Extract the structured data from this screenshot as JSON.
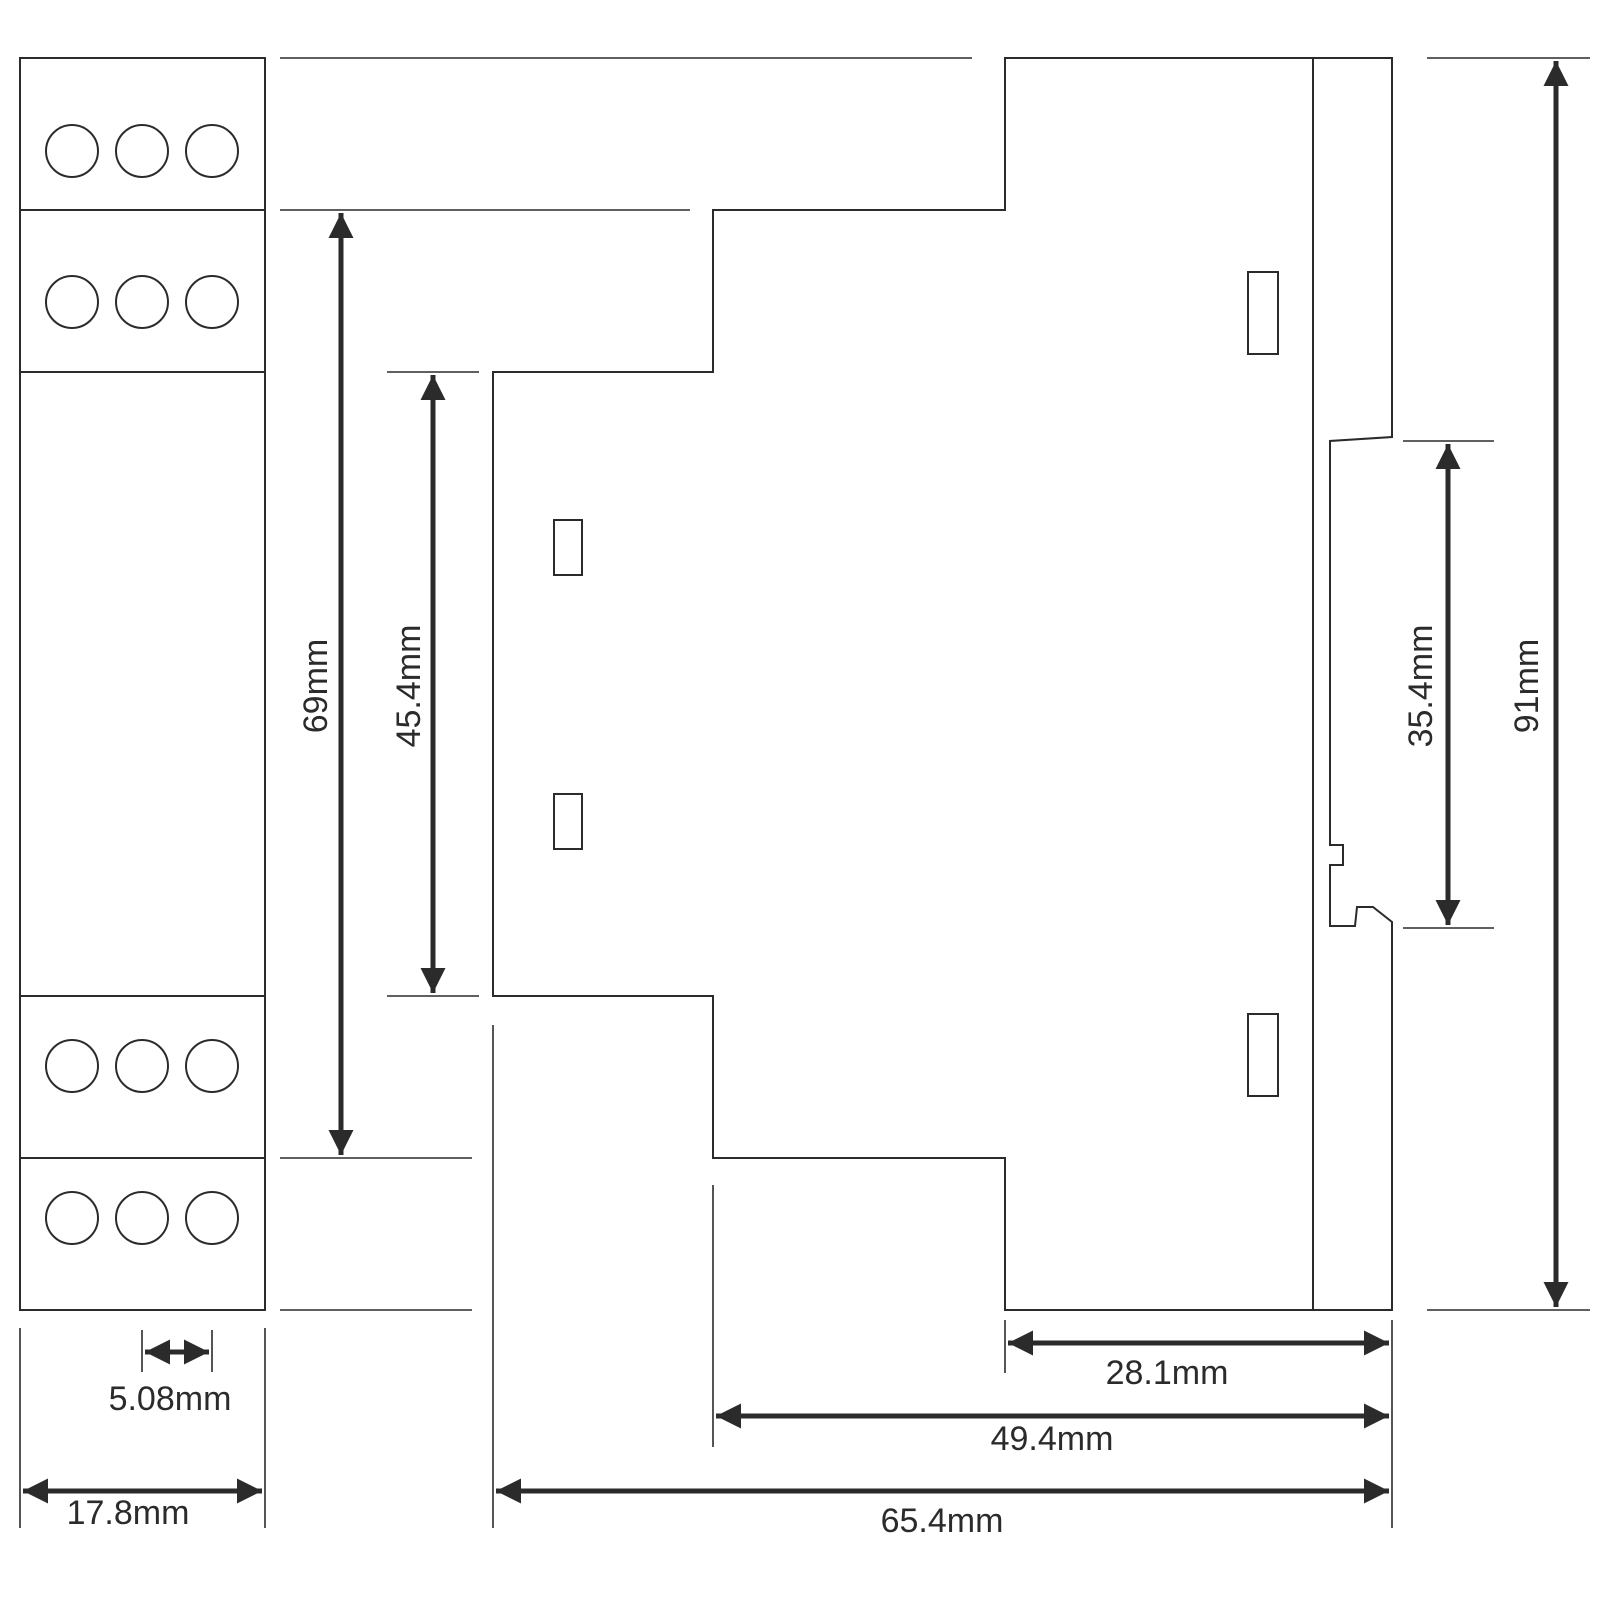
{
  "dimensions": {
    "total_height": "91mm",
    "terminal_span": "69mm",
    "front_height": "45.4mm",
    "rail_height": "35.4mm",
    "module_width": "17.8mm",
    "terminal_pitch": "5.08mm",
    "depth_front": "28.1mm",
    "depth_middle": "49.4mm",
    "depth_total": "65.4mm"
  },
  "colors": {
    "line": "#2b2b2b",
    "background": "#ffffff"
  }
}
